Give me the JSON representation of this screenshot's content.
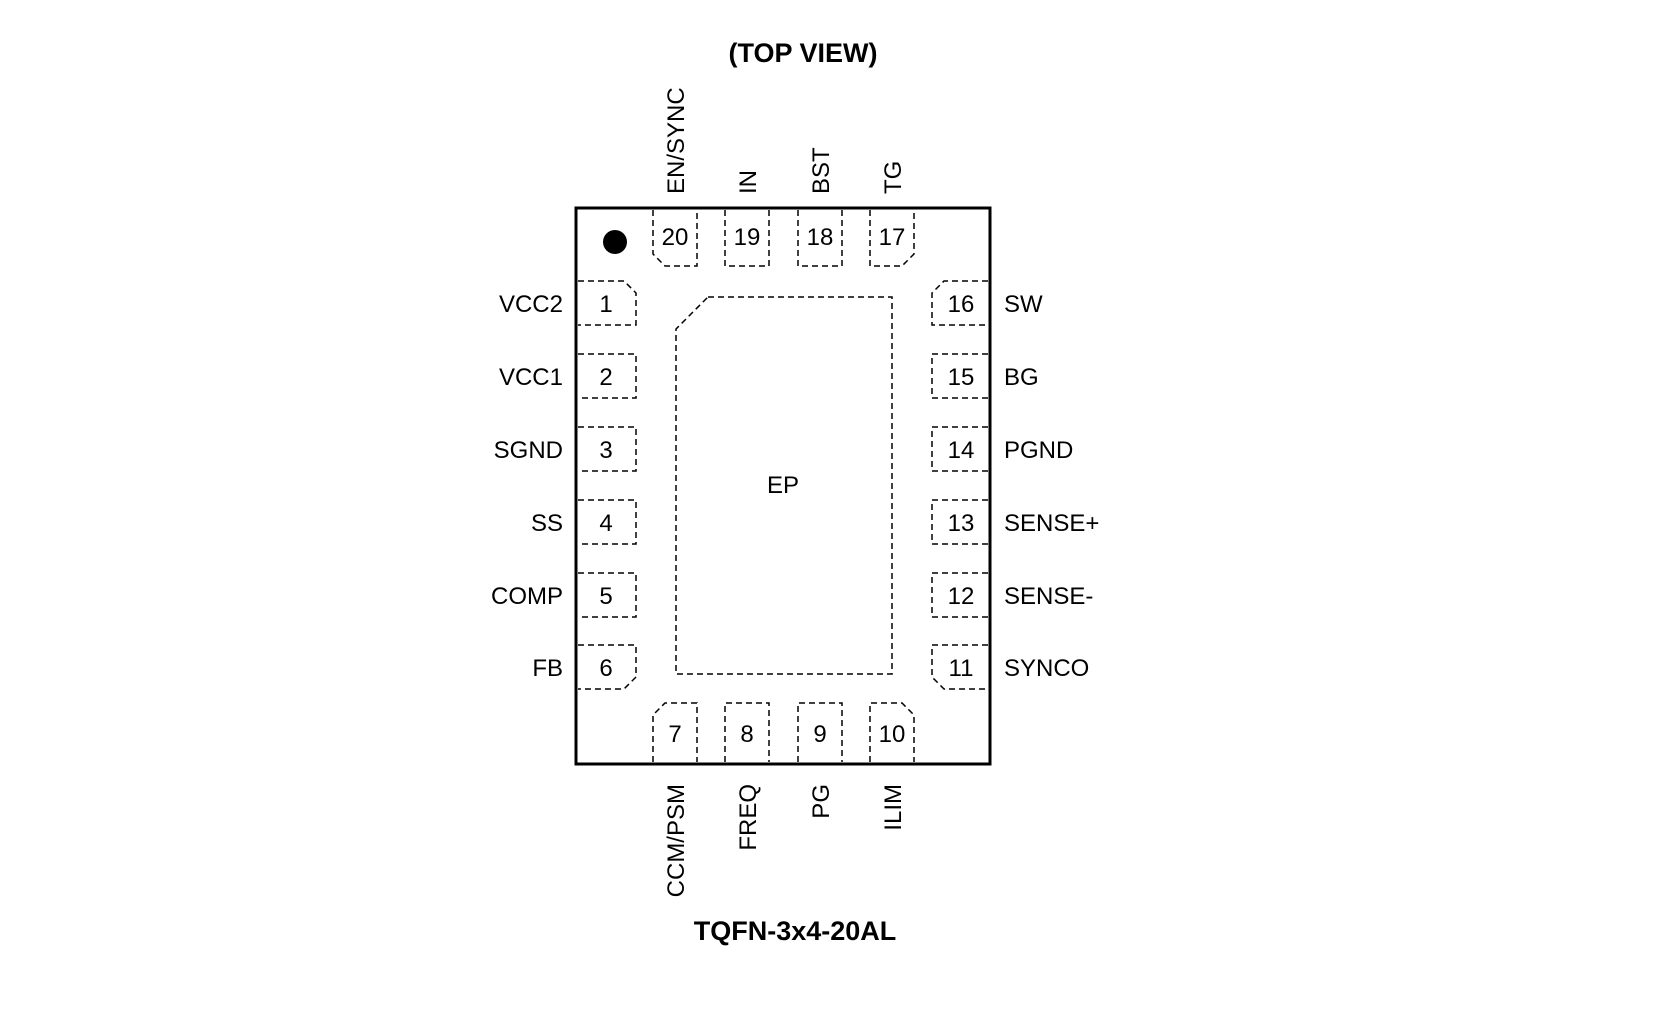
{
  "title": "(TOP VIEW)",
  "package_name": "TQFN-3x4-20AL",
  "exposed_pad_label": "EP",
  "pin1_marker": "pin-1-dot",
  "pins": {
    "left": [
      {
        "num": "1",
        "name": "VCC2"
      },
      {
        "num": "2",
        "name": "VCC1"
      },
      {
        "num": "3",
        "name": "SGND"
      },
      {
        "num": "4",
        "name": "SS"
      },
      {
        "num": "5",
        "name": "COMP"
      },
      {
        "num": "6",
        "name": "FB"
      }
    ],
    "bottom": [
      {
        "num": "7",
        "name": "CCM/PSM"
      },
      {
        "num": "8",
        "name": "FREQ"
      },
      {
        "num": "9",
        "name": "PG"
      },
      {
        "num": "10",
        "name": "ILIM"
      }
    ],
    "right": [
      {
        "num": "11",
        "name": "SYNCO"
      },
      {
        "num": "12",
        "name": "SENSE-"
      },
      {
        "num": "13",
        "name": "SENSE+"
      },
      {
        "num": "14",
        "name": "PGND"
      },
      {
        "num": "15",
        "name": "BG"
      },
      {
        "num": "16",
        "name": "SW"
      }
    ],
    "top": [
      {
        "num": "17",
        "name": "TG"
      },
      {
        "num": "18",
        "name": "BST"
      },
      {
        "num": "19",
        "name": "IN"
      },
      {
        "num": "20",
        "name": "EN/SYNC"
      }
    ]
  }
}
